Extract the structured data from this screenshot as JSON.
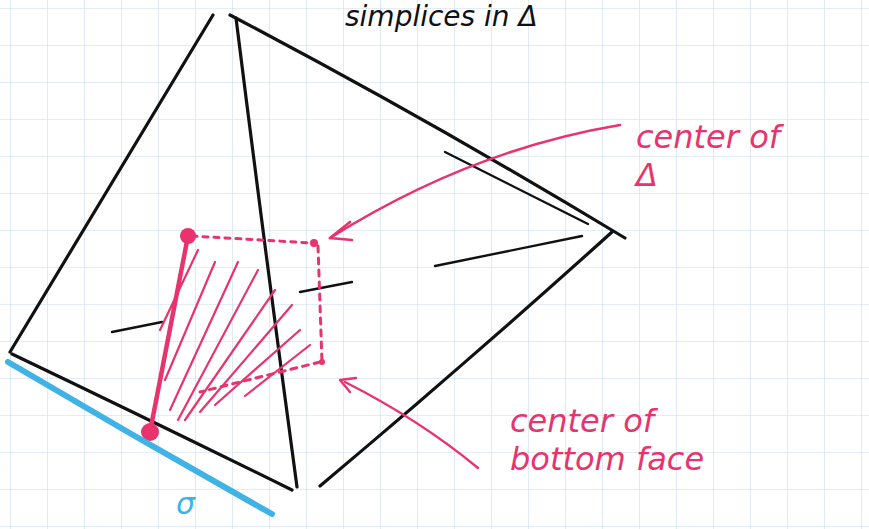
{
  "diagram": {
    "labels": [
      "simplices in Δ",
      "center of Δ",
      "center of bottom face",
      "σ"
    ]
  }
}
